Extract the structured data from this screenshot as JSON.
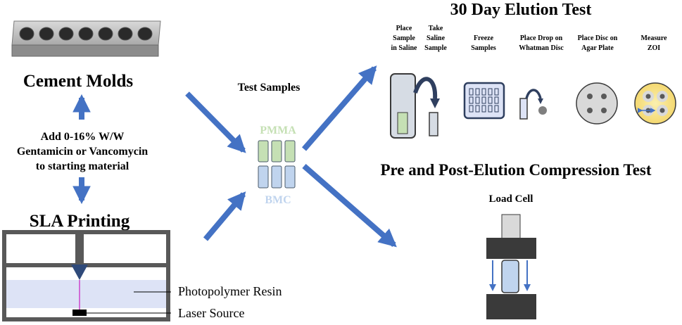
{
  "left": {
    "cement_molds": "Cement Molds",
    "add_text": [
      "Add 0-16% W/W",
      "Gentamicin or Vancomycin",
      "to starting material"
    ],
    "sla_printing": "SLA Printing",
    "photopolymer_resin": "Photopolymer Resin",
    "laser_source": "Laser Source"
  },
  "center": {
    "test_samples": "Test Samples",
    "pmma": "PMMA",
    "bmc": "BMC"
  },
  "elution": {
    "title": "30 Day Elution Test",
    "steps": [
      [
        "Place",
        "Sample",
        "in Saline"
      ],
      [
        "Take",
        "Saline",
        "Sample"
      ],
      [
        "Freeze",
        "Samples"
      ],
      [
        "Place Drop on",
        "Whatman Disc"
      ],
      [
        "Place Disc on",
        "Agar Plate"
      ],
      [
        "Measure",
        "ZOI"
      ]
    ]
  },
  "compression": {
    "title": "Pre and Post-Elution Compression Test",
    "load_cell": "Load Cell"
  },
  "colors": {
    "arrow_blue": "#4472c4",
    "pmma_green": "#c5e0b4",
    "bmc_blue": "#c0d4ee",
    "dark_gray": "#3a3a3a",
    "resin": "#dde3f6"
  }
}
